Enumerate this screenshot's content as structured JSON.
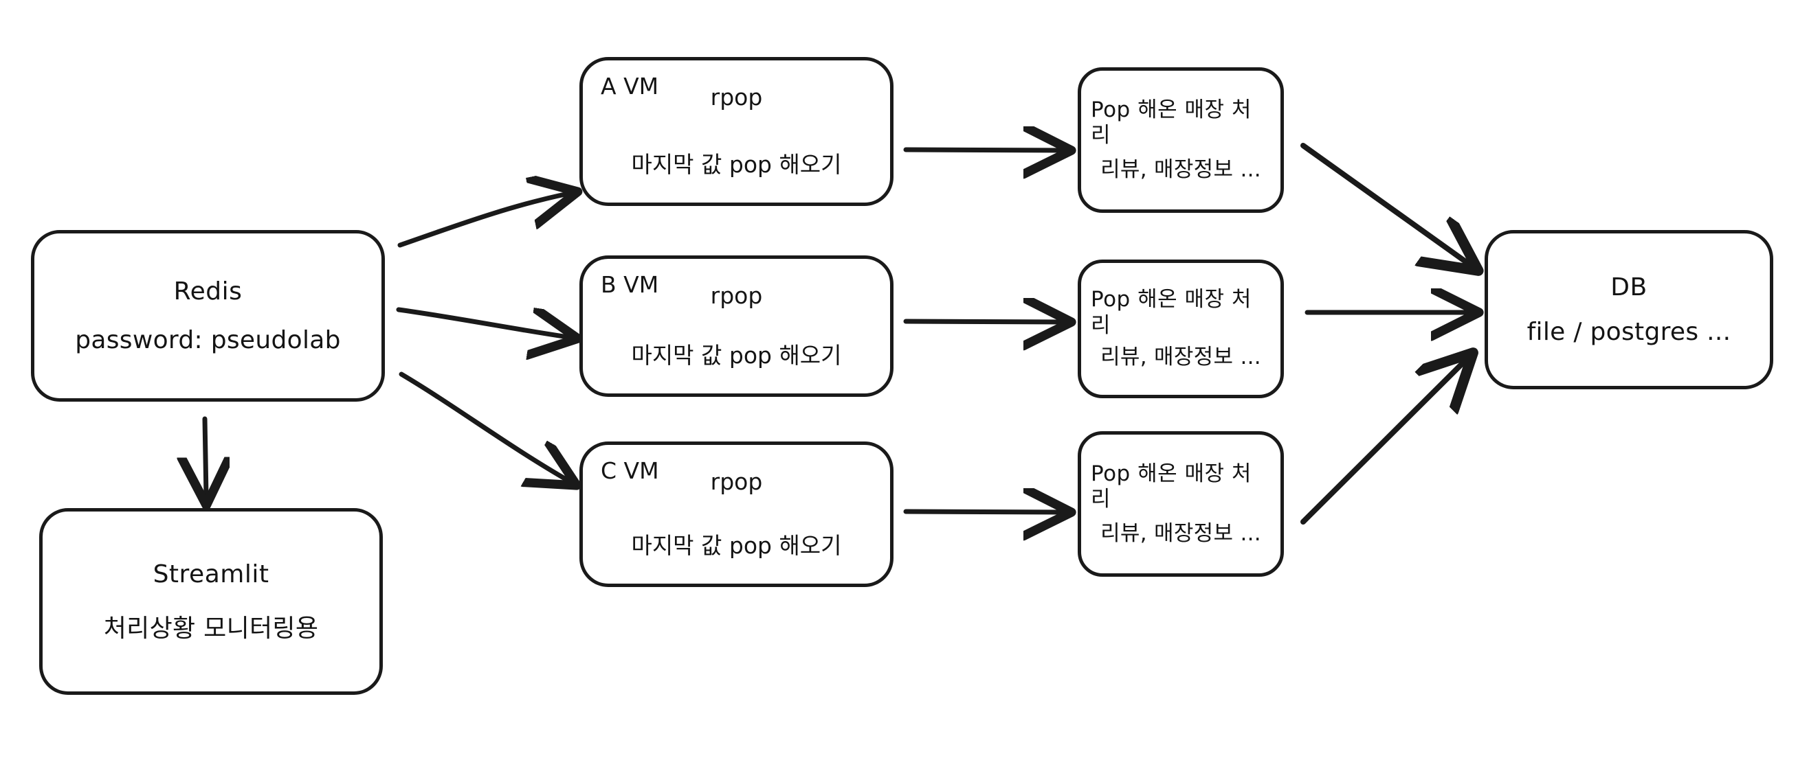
{
  "diagram": {
    "title": "Redis queue fan-out processing pipeline",
    "background_color": "#ffffff",
    "stroke_color": "#1a1a1a",
    "text_color": "#141414"
  },
  "nodes": {
    "redis": {
      "title": "Redis",
      "sub": "password: pseudolab"
    },
    "streamlit": {
      "title": "Streamlit",
      "sub": "처리상황 모니터링용"
    },
    "vms": [
      {
        "tag": "A VM",
        "op": "rpop",
        "desc": "마지막 값 pop 해오기"
      },
      {
        "tag": "B VM",
        "op": "rpop",
        "desc": "마지막 값 pop 해오기"
      },
      {
        "tag": "C VM",
        "op": "rpop",
        "desc": "마지막 값 pop 해오기"
      }
    ],
    "processors": [
      {
        "title": "Pop 해온 매장 처리",
        "sub": "리뷰, 매장정보 ..."
      },
      {
        "title": "Pop 해온 매장 처리",
        "sub": "리뷰, 매장정보 ..."
      },
      {
        "title": "Pop 해온 매장 처리",
        "sub": "리뷰, 매장정보 ..."
      }
    ],
    "db": {
      "title": "DB",
      "sub": "file / postgres ..."
    }
  },
  "edges": [
    {
      "name": "redis-to-a-vm",
      "from": "redis",
      "to": "vm-a",
      "style": "arrow"
    },
    {
      "name": "redis-to-b-vm",
      "from": "redis",
      "to": "vm-b",
      "style": "arrow"
    },
    {
      "name": "redis-to-c-vm",
      "from": "redis",
      "to": "vm-c",
      "style": "arrow"
    },
    {
      "name": "redis-to-streamlit",
      "from": "redis",
      "to": "streamlit",
      "style": "arrow"
    },
    {
      "name": "a-vm-to-proc-1",
      "from": "vm-a",
      "to": "processor-1",
      "style": "arrow"
    },
    {
      "name": "b-vm-to-proc-2",
      "from": "vm-b",
      "to": "processor-2",
      "style": "arrow"
    },
    {
      "name": "c-vm-to-proc-3",
      "from": "vm-c",
      "to": "processor-3",
      "style": "arrow"
    },
    {
      "name": "proc-1-to-db",
      "from": "processor-1",
      "to": "db",
      "style": "arrow"
    },
    {
      "name": "proc-2-to-db",
      "from": "processor-2",
      "to": "db",
      "style": "arrow"
    },
    {
      "name": "proc-3-to-db",
      "from": "processor-3",
      "to": "db",
      "style": "arrow"
    }
  ]
}
